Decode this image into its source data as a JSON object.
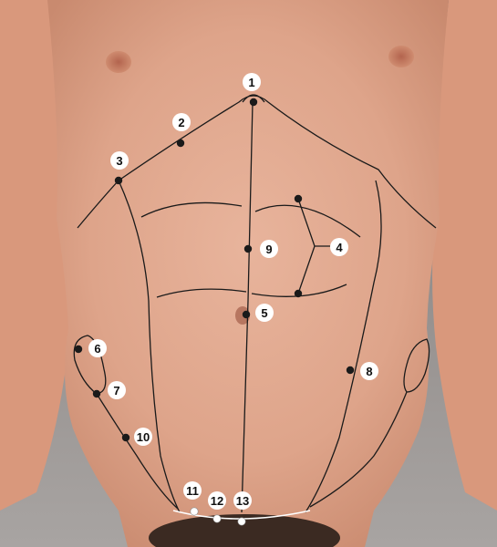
{
  "figure": {
    "subject": "anatomical-torso-photo",
    "dot_colors": {
      "dark": "#1a1a1a",
      "light": "#ffffff"
    },
    "markers": [
      {
        "number": "1",
        "dot": "dark"
      },
      {
        "number": "2",
        "dot": "dark"
      },
      {
        "number": "3",
        "dot": "dark"
      },
      {
        "number": "4",
        "dot": "dark"
      },
      {
        "number": "5",
        "dot": "dark"
      },
      {
        "number": "6",
        "dot": "dark"
      },
      {
        "number": "7",
        "dot": "dark"
      },
      {
        "number": "8",
        "dot": "dark"
      },
      {
        "number": "9",
        "dot": "dark"
      },
      {
        "number": "10",
        "dot": "dark"
      },
      {
        "number": "11",
        "dot": "light"
      },
      {
        "number": "12",
        "dot": "light"
      },
      {
        "number": "13",
        "dot": "light"
      }
    ]
  }
}
